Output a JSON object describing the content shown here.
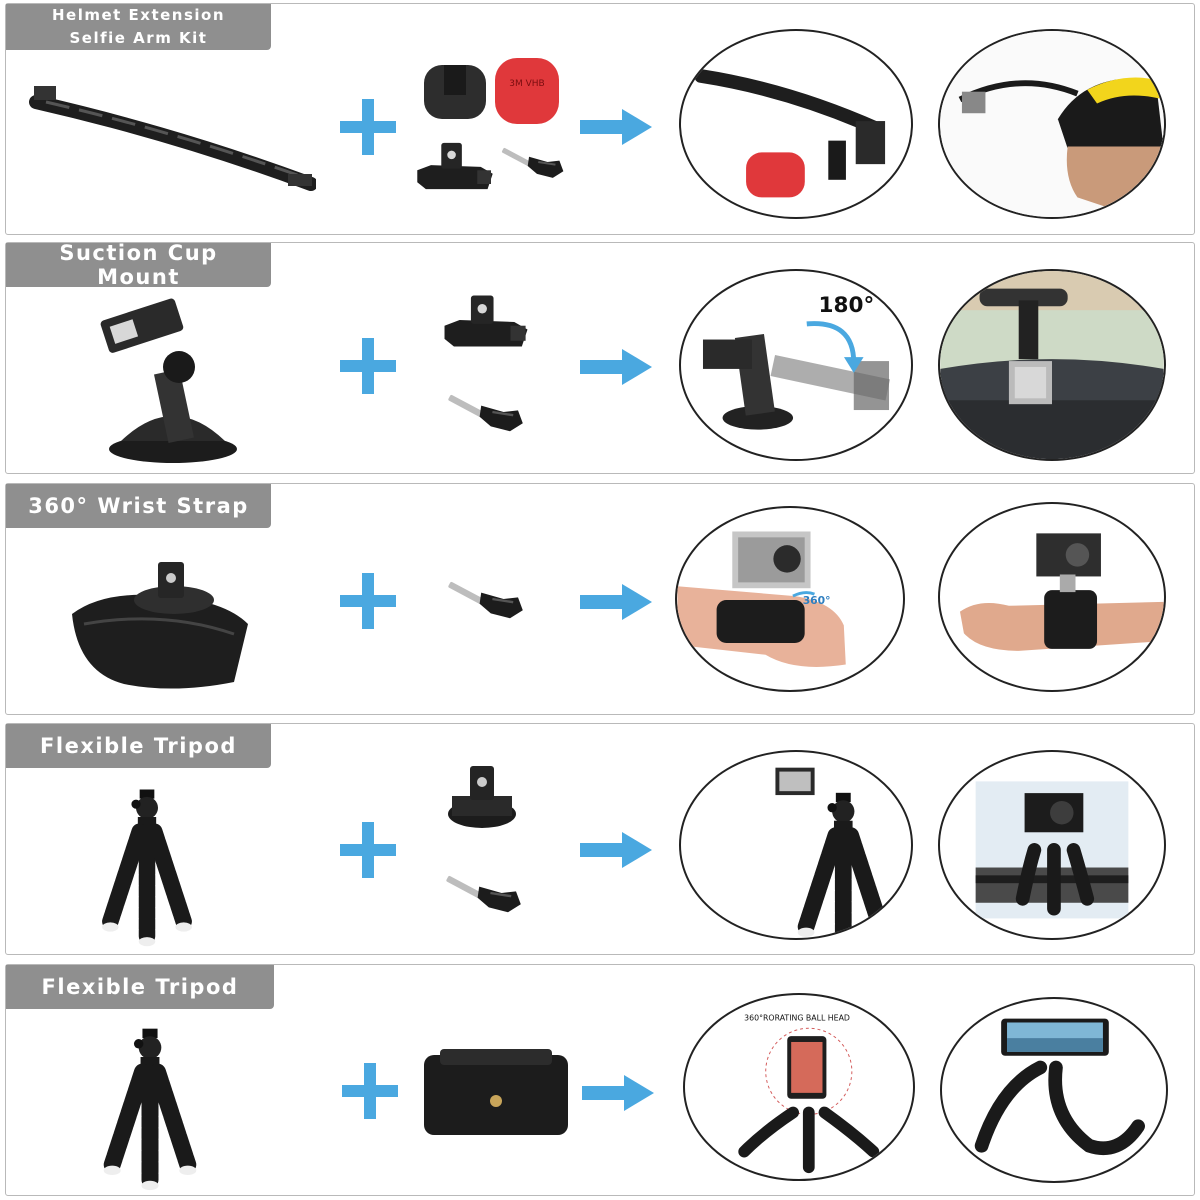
{
  "rows": [
    {
      "label_lines": [
        "Helmet Extension",
        "Selfie Arm Kit"
      ],
      "product_icon": "extension-arm-icon",
      "parts": [
        "flat-mount-icon",
        "3m-adhesive-pad-icon",
        "buckle-mount-icon",
        "thumb-screw-icon"
      ],
      "adhesive_text": "3M VHB",
      "examples": [
        "arm-with-pad-photo",
        "helmet-usage-photo"
      ]
    },
    {
      "label": "Suction Cup Mount",
      "product_icon": "suction-cup-mount-icon",
      "parts": [
        "buckle-mount-icon",
        "thumb-screw-icon"
      ],
      "rotation_label": "180°",
      "examples": [
        "suction-rotation-photo",
        "windshield-usage-photo"
      ]
    },
    {
      "label": "360°  Wrist Strap",
      "product_icon": "wrist-strap-icon",
      "parts": [
        "thumb-screw-icon"
      ],
      "rotation_label": "360°",
      "examples": [
        "wrist-rotation-photo",
        "wrist-usage-photo"
      ]
    },
    {
      "label": "Flexible Tripod",
      "product_icon": "flexible-tripod-icon",
      "parts": [
        "tripod-adapter-icon",
        "thumb-screw-icon"
      ],
      "examples": [
        "tripod-camera-photo",
        "tripod-outdoor-photo"
      ]
    },
    {
      "label": "Flexible Tripod",
      "product_icon": "flexible-tripod-icon",
      "parts": [
        "phone-clip-icon"
      ],
      "ball_head_caption": "360°RORATING BALL HEAD",
      "examples": [
        "phone-ball-head-photo",
        "phone-tripod-photo"
      ]
    }
  ],
  "colors": {
    "label_bg": "#8f8f8f",
    "accent_blue": "#4aa8e0",
    "border": "#b9b9b9",
    "adhesive_red": "#e0383b"
  },
  "plus_icon": "plus-icon",
  "arrow_icon": "arrow-right-icon"
}
